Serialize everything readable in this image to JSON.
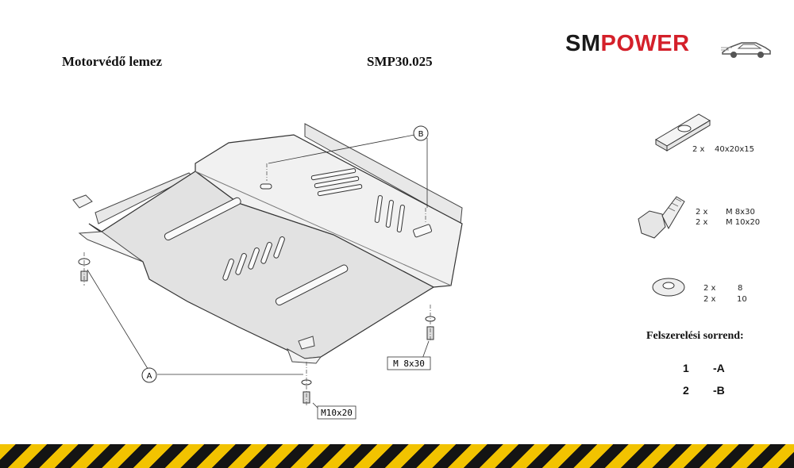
{
  "header": {
    "title": "Motorvédő lemez",
    "code": "SMP30.025"
  },
  "logo": {
    "part1": "SM",
    "part2": "POWER",
    "color_dark": "#1a1a1a",
    "color_red": "#d4202a"
  },
  "callouts": {
    "a": "A",
    "b": "B",
    "bolt_right": "M 8x30",
    "bolt_bottom": "M10x20"
  },
  "parts": {
    "plate": {
      "qty": "2 x",
      "size": "40x20x15"
    },
    "bolts": [
      {
        "qty": "2 x",
        "size": "M 8x30"
      },
      {
        "qty": "2 x",
        "size": "M 10x20"
      }
    ],
    "washers": [
      {
        "qty": "2 x",
        "size": "8"
      },
      {
        "qty": "2 x",
        "size": "10"
      }
    ]
  },
  "order": {
    "title": "Felszerelési sorrend:",
    "steps": [
      {
        "n": "1",
        "step": "-A"
      },
      {
        "n": "2",
        "step": "-B"
      }
    ]
  },
  "colors": {
    "hazard_yellow": "#f2c300",
    "hazard_black": "#141414"
  }
}
